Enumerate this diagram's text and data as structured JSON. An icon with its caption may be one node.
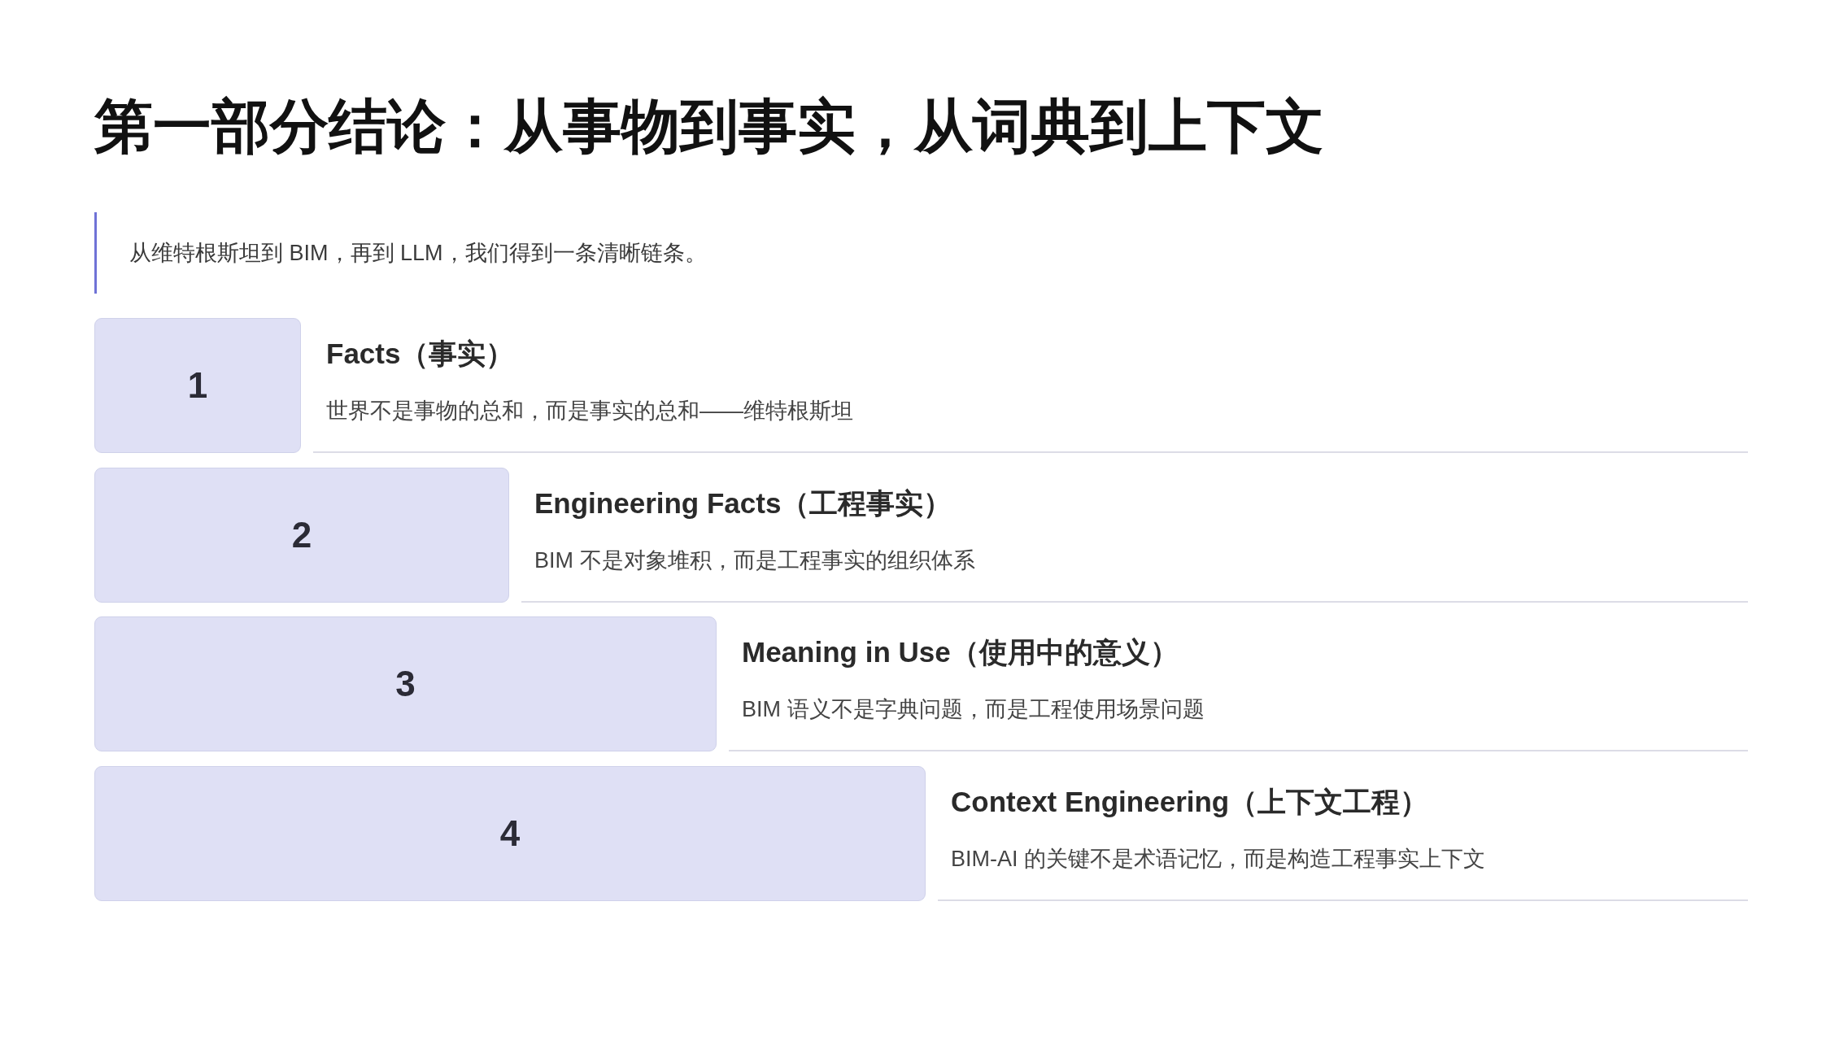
{
  "diagram": {
    "title": "第一部分结论：从事物到事实，从词典到上下文",
    "nodes": [
      {
        "text": [
          "1"
        ],
        "beside": [
          "Facts（事实）",
          "世界不是事物的总和，而是事实的总和——维特根斯坦"
        ]
      },
      {
        "text": [
          "2"
        ],
        "beside": [
          "Engineering Facts（工程事实）",
          "BIM 不是对象堆积，而是工程事实的组织体系"
        ]
      },
      {
        "text": [
          "3"
        ],
        "beside": [
          "Meaning in Use（使用中的意义）",
          "BIM 语义不是字典问题，而是工程使用场景问题"
        ]
      },
      {
        "text": [
          "4"
        ],
        "beside": [
          "Context Engineering（上下文工程）",
          "BIM-AI 的关键不是术语记忆，而是构造工程事实上下文"
        ]
      }
    ],
    "labels": [
      "从维特根斯坦到 BIM，再到 LLM，我们得到一条清晰链条。"
    ]
  }
}
